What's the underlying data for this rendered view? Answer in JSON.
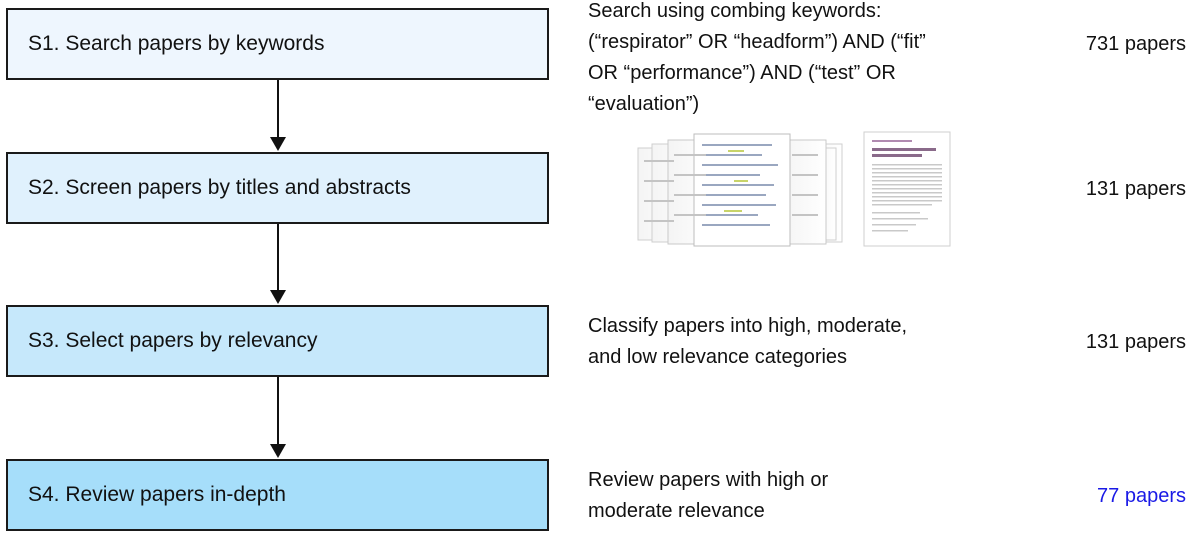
{
  "steps": [
    {
      "label": "S1. Search papers by keywords"
    },
    {
      "label": "S2. Screen papers by titles and abstracts"
    },
    {
      "label": "S3. Select papers by relevancy"
    },
    {
      "label": "S4. Review papers in-depth"
    }
  ],
  "descriptions": {
    "s1_lines": [
      "Search using combing keywords:",
      "(“respirator” OR “headform”) AND (“fit”",
      "OR “performance”) AND (“test” OR",
      "“evaluation”)"
    ],
    "s3_lines": [
      "Classify papers into high, moderate,",
      "and low relevance categories"
    ],
    "s4_lines": [
      "Review papers with high or",
      "moderate relevance"
    ]
  },
  "counts": {
    "s1": "731 papers",
    "s2": "131 papers",
    "s3": "131 papers",
    "s4": "77 papers"
  },
  "colors": {
    "s1_fill": "#eef6fe",
    "s2_fill": "#e0f1fd",
    "s3_fill": "#c6e8fb",
    "s4_fill": "#a6defa",
    "final_count": "#1a1ae6"
  }
}
